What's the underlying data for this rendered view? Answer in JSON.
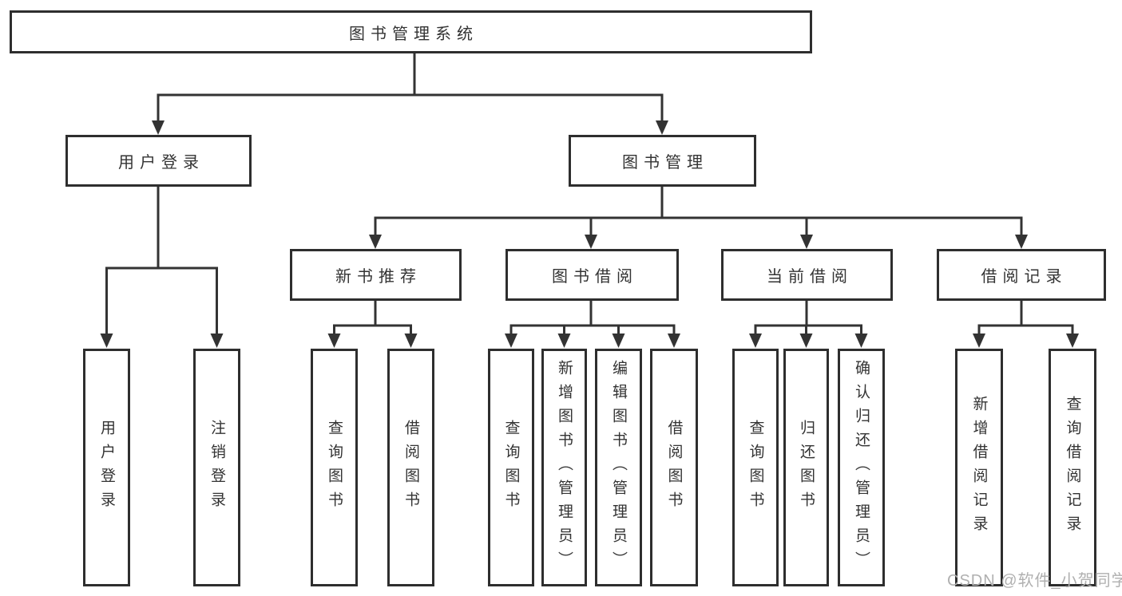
{
  "colors": {
    "line": "#333333",
    "border": "#2e2e2e",
    "text": "#333333",
    "watermark": "#b0b0b0"
  },
  "diagram": {
    "root": "图书管理系统",
    "branches": [
      {
        "label": "用户登录",
        "children": [
          "用户登录",
          "注销登录"
        ]
      },
      {
        "label": "图书管理",
        "groups": [
          {
            "label": "新书推荐",
            "children": [
              "查询图书",
              "借阅图书"
            ]
          },
          {
            "label": "图书借阅",
            "children": [
              "查询图书",
              "新增图书（管理员）",
              "编辑图书（管理员）",
              "借阅图书"
            ]
          },
          {
            "label": "当前借阅",
            "children": [
              "查询图书",
              "归还图书",
              "确认归还（管理员）"
            ]
          },
          {
            "label": "借阅记录",
            "children": [
              "新增借阅记录",
              "查询借阅记录"
            ]
          }
        ]
      }
    ]
  },
  "watermark": {
    "text": "CSDN @软件_小贺同学"
  }
}
